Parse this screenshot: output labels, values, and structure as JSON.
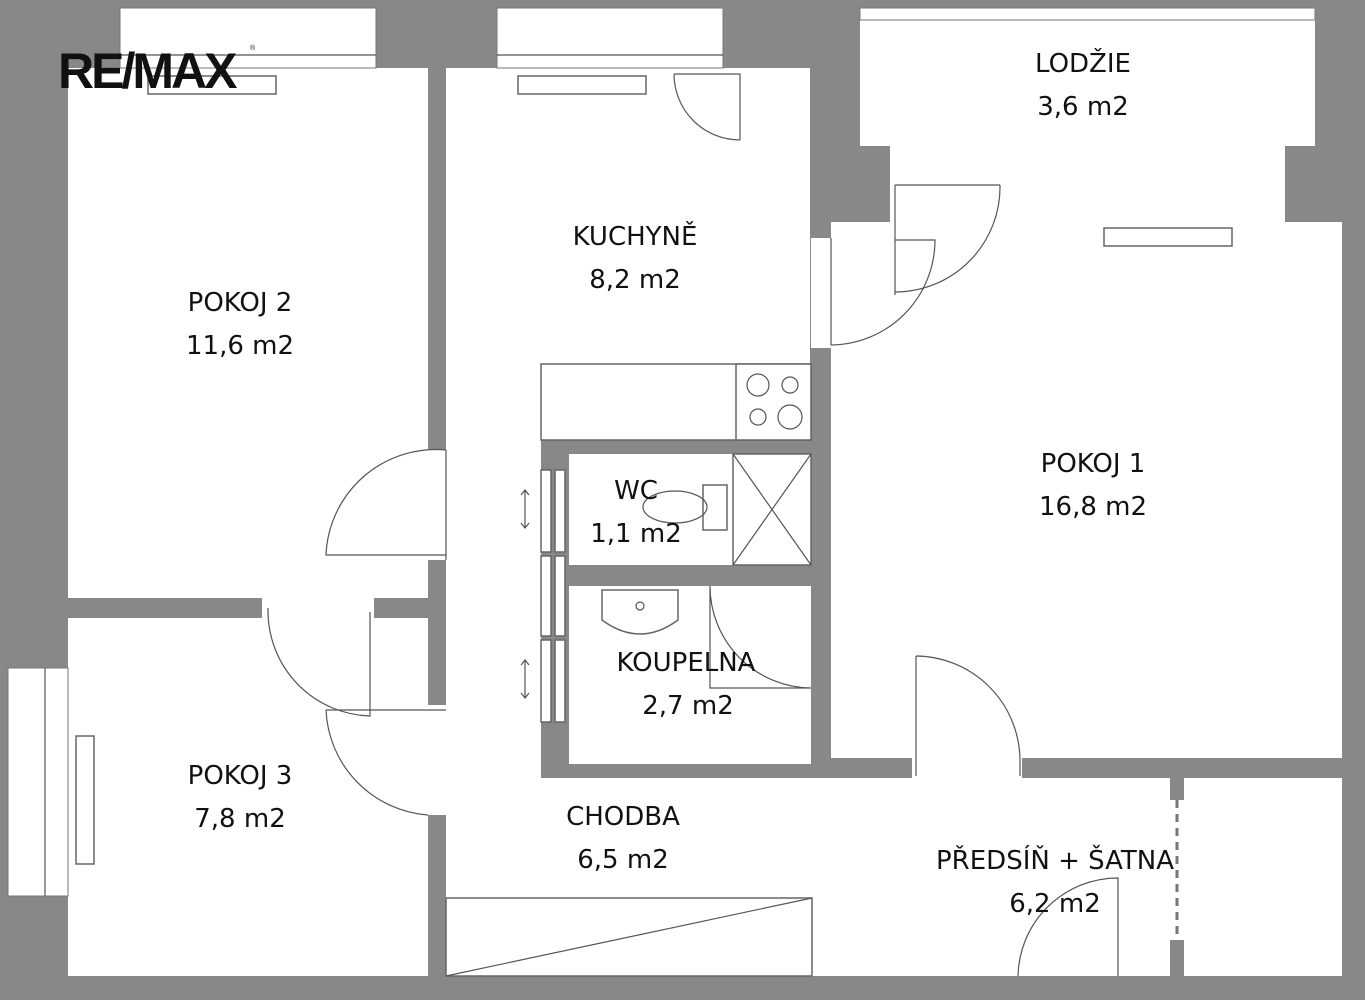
{
  "logo": {
    "text": "RE/MAX",
    "mark": "®"
  },
  "rooms": [
    {
      "id": "lodzie",
      "name": "LODŽIE",
      "area": "3,6 m2"
    },
    {
      "id": "kuchyne",
      "name": "KUCHYNĚ",
      "area": "8,2 m2"
    },
    {
      "id": "pokoj2",
      "name": "POKOJ 2",
      "area": "11,6 m2"
    },
    {
      "id": "pokoj1",
      "name": "POKOJ 1",
      "area": "16,8 m2"
    },
    {
      "id": "wc",
      "name": "WC",
      "area": "1,1 m2"
    },
    {
      "id": "koupelna",
      "name": "KOUPELNA",
      "area": "2,7 m2"
    },
    {
      "id": "pokoj3",
      "name": "POKOJ 3",
      "area": "7,8 m2"
    },
    {
      "id": "chodba",
      "name": "CHODBA",
      "area": "6,5 m2"
    },
    {
      "id": "predsin",
      "name": "PŘEDSÍŇ + ŠATNA",
      "area": "6,2 m2"
    }
  ],
  "colors": {
    "wall": "#888888",
    "floor": "#ffffff",
    "text": "#111111"
  }
}
